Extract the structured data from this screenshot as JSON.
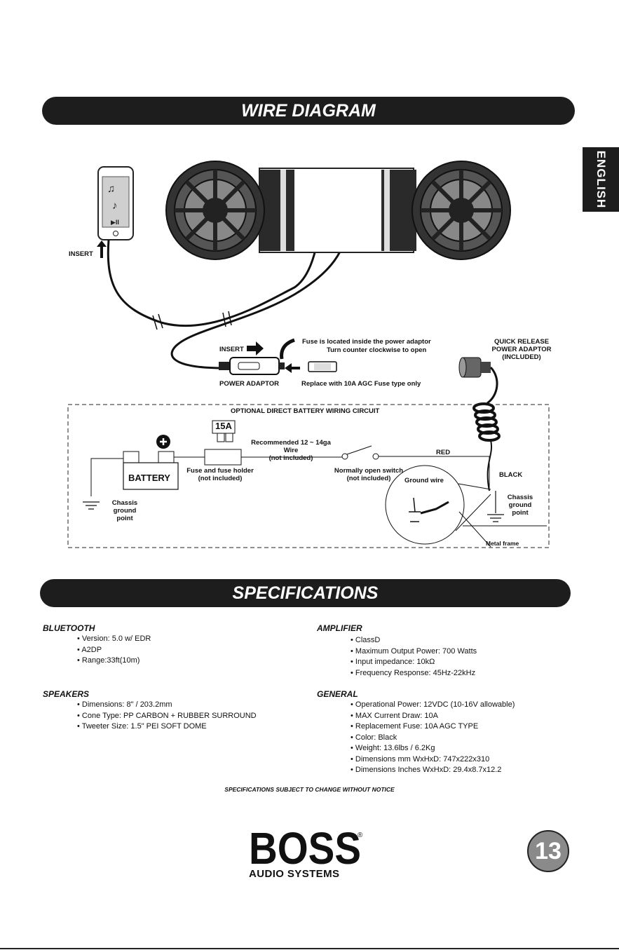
{
  "wire_diagram_title": "WIRE DIAGRAM",
  "specifications_title": "SPECIFICATIONS",
  "side_tab": "ENGLISH",
  "diagram": {
    "insert_phone": "INSERT",
    "insert_adaptor": "INSERT",
    "power_adaptor": "POWER ADAPTOR",
    "fuse_note_1": "Fuse is located inside the power adaptor",
    "fuse_note_2": "Turn counter clockwise to open",
    "fuse_replace": "Replace with 10A AGC Fuse type only",
    "quick_release_1": "QUICK RELEASE",
    "quick_release_2": "POWER ADAPTOR",
    "quick_release_3": "(INCLUDED)",
    "circuit_title": "OPTIONAL DIRECT BATTERY WIRING CIRCUIT",
    "fuse_rating": "15A",
    "recommended_1": "Recommended 12 ~ 14ga Wire",
    "recommended_2": "(not included)",
    "red": "RED",
    "black": "BLACK",
    "battery": "BATTERY",
    "fuse_holder_1": "Fuse and fuse holder",
    "fuse_holder_2": "(not included)",
    "switch_1": "Normally open switch",
    "switch_2": "(not included)",
    "ground_wire": "Ground wire",
    "chassis_left_1": "Chassis",
    "chassis_left_2": "ground",
    "chassis_left_3": "point",
    "chassis_right_1": "Chassis",
    "chassis_right_2": "ground",
    "chassis_right_3": "point",
    "metal_frame": "Metal frame"
  },
  "specs": {
    "bluetooth": {
      "heading": "BLUETOOTH",
      "items": [
        "Version: 5.0 w/ EDR",
        "A2DP",
        "Range:33ft(10m)"
      ]
    },
    "speakers": {
      "heading": "SPEAKERS",
      "items": [
        "Dimensions: 8\" / 203.2mm",
        "Cone Type: PP CARBON + RUBBER SURROUND",
        "Tweeter Size: 1.5\" PEI SOFT DOME"
      ]
    },
    "amplifier": {
      "heading": "AMPLIFIER",
      "items": [
        "ClassD",
        "Maximum Output Power: 700 Watts",
        "Input impedance: 10kΩ",
        "Frequency Response: 45Hz-22kHz"
      ]
    },
    "general": {
      "heading": "GENERAL",
      "items": [
        "Operational Power: 12VDC (10-16V allowable)",
        "MAX Current Draw: 10A",
        "Replacement Fuse: 10A AGC TYPE",
        "Color: Black",
        "Weight: 13.6lbs / 6.2Kg",
        "Dimensions mm WxHxD: 747x222x310",
        "Dimensions Inches WxHxD: 29.4x8.7x12.2"
      ]
    }
  },
  "notice": "SPECIFICATIONS SUBJECT TO CHANGE WITHOUT NOTICE",
  "brand": {
    "logo_text": "BOSS",
    "sub": "AUDIO SYSTEMS",
    "registered": "®"
  },
  "page_number": "13"
}
